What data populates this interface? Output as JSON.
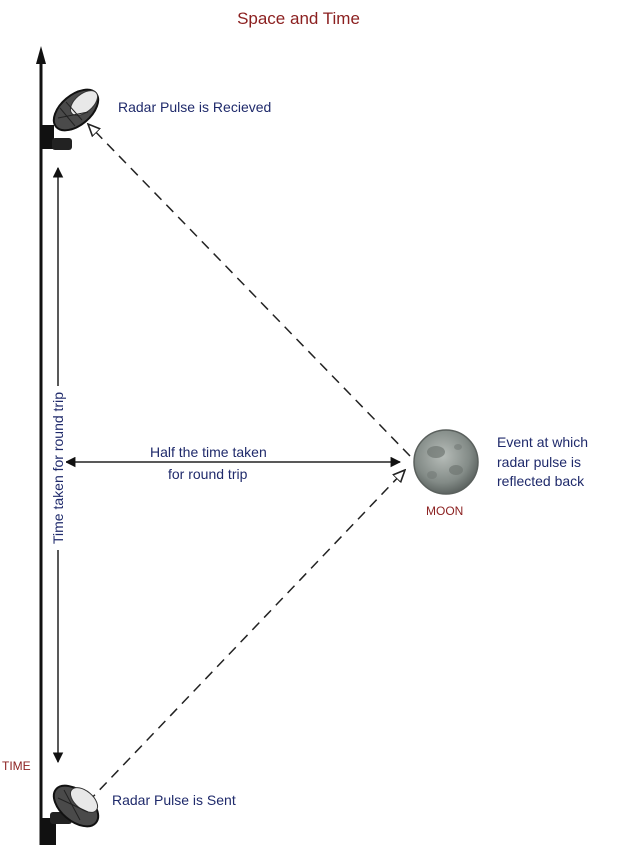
{
  "title": "Space and Time",
  "labels": {
    "radar_received": "Radar Pulse is Recieved",
    "radar_sent": "Radar Pulse is Sent",
    "half_time_line1": "Half the time taken",
    "half_time_line2": "for round trip",
    "round_trip": "Time taken for round trip",
    "event_line1": "Event at which",
    "event_line2": "radar pulse is",
    "event_line3": "reflected back",
    "moon": "MOON",
    "time_axis": "TIME"
  },
  "colors": {
    "title": "#8b1f1f",
    "label_text": "#1f2a6b",
    "arrow": "#222222",
    "moon": "#8c9490"
  }
}
